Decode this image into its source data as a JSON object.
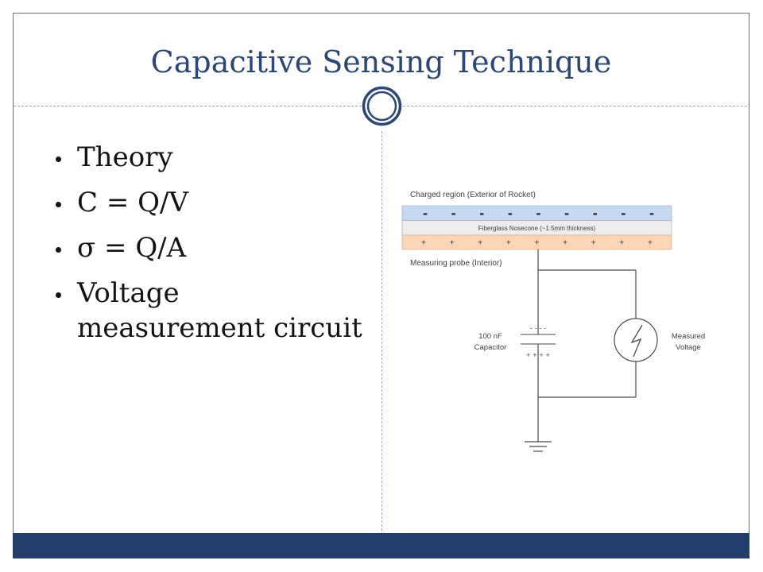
{
  "slide": {
    "title": "Capacitive Sensing Technique",
    "bullets": [
      "Theory",
      "C = Q/V",
      "σ = Q/A",
      "Voltage\nmeasurement circuit"
    ],
    "colors": {
      "title": "#2B4779",
      "footer_bar": "#243F6B",
      "text": "#141414"
    }
  },
  "diagram": {
    "exterior_label": "Charged region (Exterior of Rocket)",
    "exterior_charges": [
      "-",
      "-",
      "-",
      "-",
      "-",
      "-",
      "-",
      "-",
      "-"
    ],
    "nosecone_label": "Fiberglass Nosecone (~1.5mm thickness)",
    "interior_charges": [
      "+",
      "+",
      "+",
      "+",
      "+",
      "+",
      "+",
      "+",
      "+"
    ],
    "probe_label": "Measuring probe (Interior)",
    "capacitor_top_charges": "- - - -",
    "capacitor_bottom_charges": "+ + + +",
    "capacitor_value": "100 nF",
    "capacitor_label": "Capacitor",
    "meter_label_line1": "Measured",
    "meter_label_line2": "Voltage",
    "colors": {
      "exterior_band": "#C6D9F1",
      "nosecone_band": "#EDEDED",
      "interior_band": "#FCD5B4"
    }
  }
}
